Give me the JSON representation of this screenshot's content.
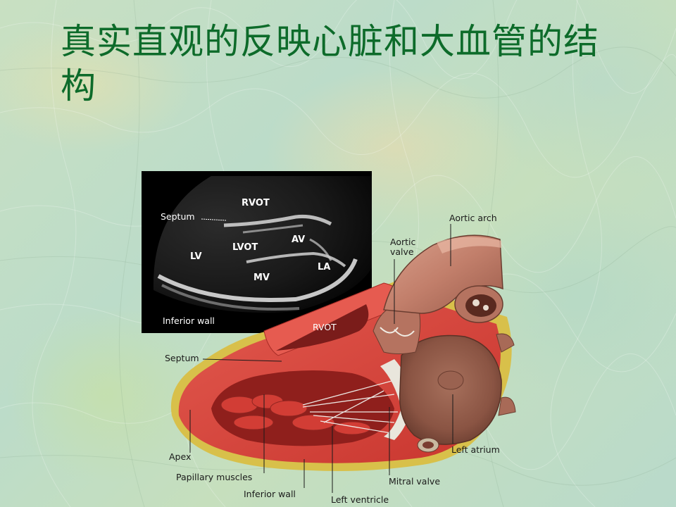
{
  "slide": {
    "title": "真实直观的反映心脏和大血管的结构"
  },
  "echo": {
    "labels": {
      "ryot": "RVOT",
      "septum": "Septum",
      "lyot": "LVOT",
      "av": "AV",
      "lv": "LV",
      "la": "LA",
      "mv": "MV",
      "inferior_wall": "Inferior wall"
    }
  },
  "heart": {
    "labels": {
      "aortic_arch": "Aortic arch",
      "aortic_valve_line1": "Aortic",
      "aortic_valve_line2": "valve",
      "ryot": "RVOT",
      "septum": "Septum",
      "apex": "Apex",
      "papillary_muscles": "Papillary muscles",
      "inferior_wall": "Inferior wall",
      "left_ventricle": "Left ventricle",
      "mitral_valve": "Mitral valve",
      "left_atrium": "Left atrium"
    }
  },
  "colors": {
    "title": "#0d6b2a",
    "echo_background": "#000000",
    "myocardium": "#e0473f",
    "aorta": "#c98a78"
  }
}
